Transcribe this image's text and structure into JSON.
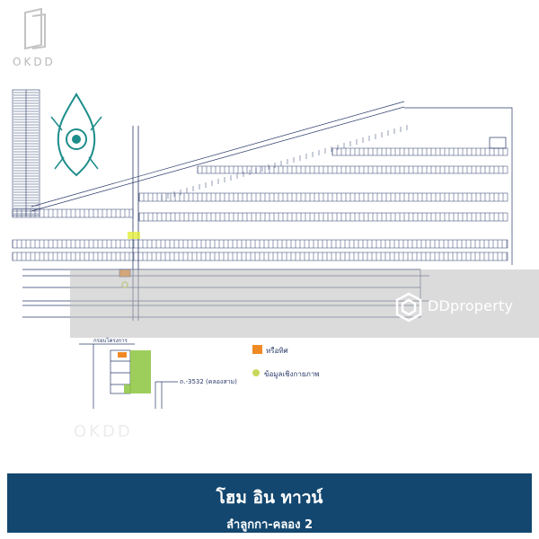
{
  "brand": {
    "okdd_label": "OKDD",
    "watermark_label": "DDproperty"
  },
  "map": {
    "legend": [
      {
        "label": "หรือทิศ",
        "swatch_color": "#f08a24"
      },
      {
        "label": "ข้อมูลเชิงกายภาพ",
        "swatch_color": "#c8d85a"
      }
    ],
    "road_label": "ถ.-3532 (คลองสาม)",
    "lot_label": "กรอบโครงการ"
  },
  "footer": {
    "title": "โฮม อิน ทาวน์",
    "subtitle": "ลำลูกกา-คลอง 2",
    "bg_color": "#13476f"
  }
}
